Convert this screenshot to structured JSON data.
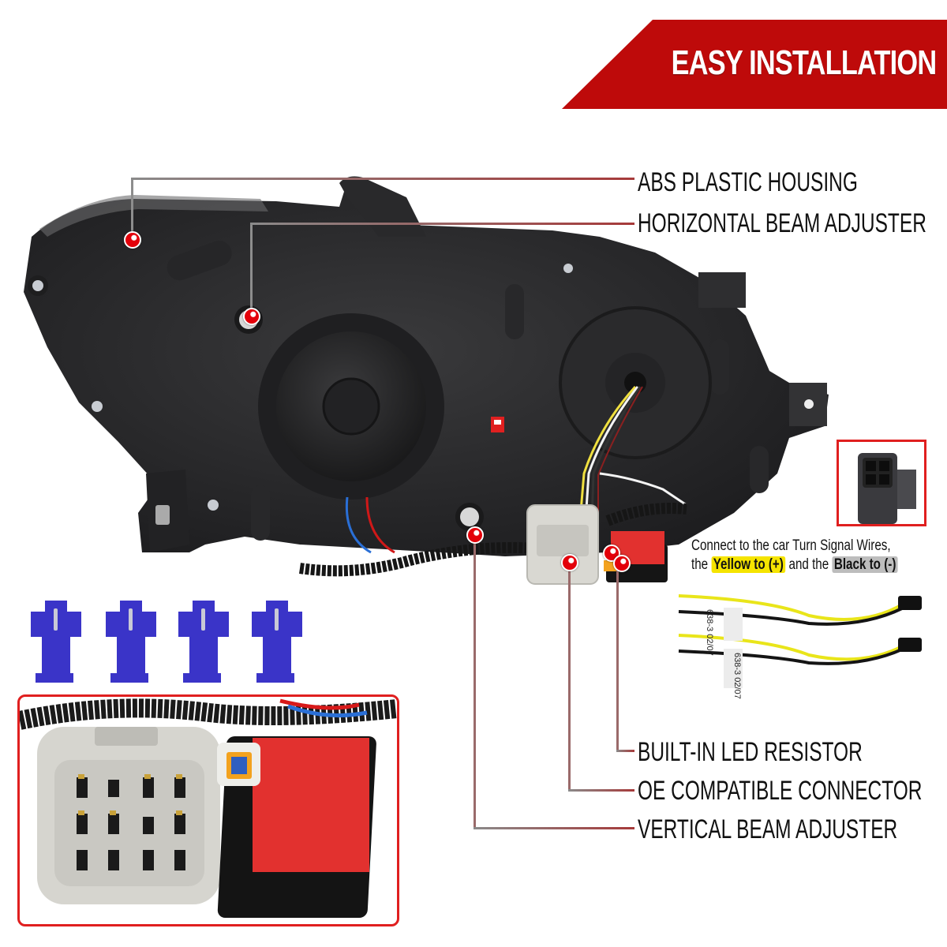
{
  "banner": {
    "title": "EASY INSTALLATION",
    "color": "#be0a0a"
  },
  "callouts": [
    {
      "id": "abs-housing",
      "label": "ABS PLASTIC HOUSING"
    },
    {
      "id": "horizontal-adjuster",
      "label": "HORIZONTAL BEAM ADJUSTER"
    },
    {
      "id": "led-resistor",
      "label": "BUILT-IN LED RESISTOR"
    },
    {
      "id": "oe-connector",
      "label": "OE COMPATIBLE CONNECTOR"
    },
    {
      "id": "vertical-adjuster",
      "label": "VERTICAL BEAM ADJUSTER"
    }
  ],
  "wiring_note": {
    "line1": "Connect to the car Turn Signal Wires,",
    "line2_prefix": "the",
    "yellow_text": "Yellow to (+)",
    "middle": "and the",
    "black_text": "Black to (-)"
  },
  "wire_labels": [
    {
      "code": "638-3",
      "date": "02/07"
    },
    {
      "code": "638-3",
      "date": "02/07"
    }
  ],
  "accessories": {
    "tap_connectors_count": 4,
    "tap_connector_color": "#3a34c8"
  },
  "colors": {
    "accent_red": "#e3000a",
    "inset_border": "#e01f1f",
    "housing": "#2b2b2d",
    "callout_line": "#a63a3a"
  }
}
